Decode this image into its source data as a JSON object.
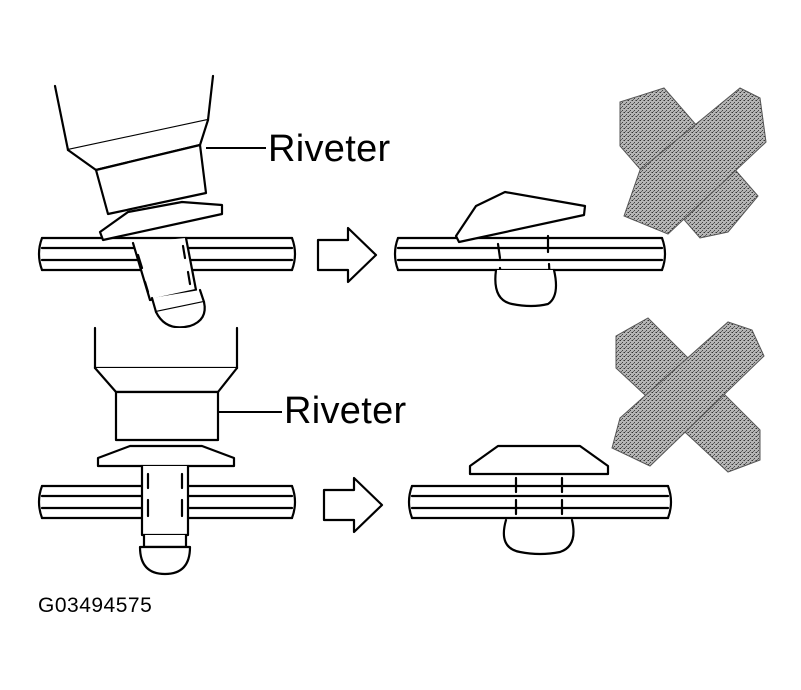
{
  "labels": {
    "riveter_top": "Riveter",
    "riveter_bottom": "Riveter",
    "figure_code": "G03494575"
  },
  "colors": {
    "line": "#000000",
    "x_mark": "#8c8c8c",
    "background": "#ffffff"
  },
  "rows": [
    {
      "name": "angled-riveter",
      "result_mark": "x-mark"
    },
    {
      "name": "straight-riveter",
      "result_mark": "x-mark"
    }
  ]
}
